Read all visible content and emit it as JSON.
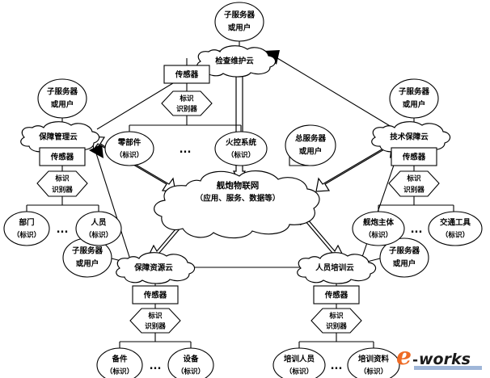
{
  "diagram": {
    "type": "network-architecture-diagram",
    "center": {
      "id": "central-cloud",
      "line1": "舰炮物联网",
      "line2": "（应用、服务、数据等）"
    },
    "clouds": {
      "top": "检查维护云",
      "left": "保障管理云",
      "right": "技术保障云",
      "bottom_left": "保障资源云",
      "bottom_right": "人员培训云"
    },
    "servers": {
      "sub_server": "子服务器\n或用户",
      "sub_server_line1": "子服务器",
      "sub_server_line2": "或用户",
      "main_server_line1": "总服务器",
      "main_server_line2": "或用户"
    },
    "common": {
      "sensor": "传感器",
      "identifier_line1": "标识",
      "identifier_line2": "识别器",
      "ellipsis": "...",
      "tag_suffix": "（标识）"
    },
    "branches": [
      {
        "key": "top",
        "cloud": "检查维护云",
        "sensor": "传感器",
        "identifier_line1": "标识",
        "identifier_line2": "识别器",
        "leaves": [
          {
            "name": "零部件",
            "tag": "（标识）"
          },
          {
            "name": "火控系统",
            "tag": "（标识）"
          }
        ],
        "sub_server_line1": "子服务器",
        "sub_server_line2": "或用户"
      },
      {
        "key": "left",
        "cloud": "保障管理云",
        "sensor": "传感器",
        "identifier_line1": "标识",
        "identifier_line2": "识别器",
        "leaves": [
          {
            "name": "部门",
            "tag": "（标识）"
          },
          {
            "name": "人员",
            "tag": "（标识）"
          }
        ],
        "sub_server_line1": "子服务器",
        "sub_server_line2": "或用户"
      },
      {
        "key": "right",
        "cloud": "技术保障云",
        "sensor": "传感器",
        "identifier_line1": "标识",
        "identifier_line2": "识别器",
        "leaves": [
          {
            "name": "舰炮主体",
            "tag": "（标识）"
          },
          {
            "name": "交通工具",
            "tag": "（标识）"
          }
        ],
        "sub_server_line1": "子服务器",
        "sub_server_line2": "或用户"
      },
      {
        "key": "bottom-left",
        "cloud": "保障资源云",
        "sensor": "传感器",
        "identifier_line1": "标识",
        "identifier_line2": "识别器",
        "leaves": [
          {
            "name": "备件",
            "tag": "（标识）"
          },
          {
            "name": "设备",
            "tag": "（标识）"
          }
        ],
        "sub_server_line1": "子服务器",
        "sub_server_line2": "或用户"
      },
      {
        "key": "bottom-right",
        "cloud": "人员培训云",
        "sensor": "传感器",
        "identifier_line1": "标识",
        "identifier_line2": "识别器",
        "leaves": [
          {
            "name": "培训人员",
            "tag": "（标识）"
          },
          {
            "name": "培训资料",
            "tag": "（标识）"
          }
        ],
        "sub_server_line1": "子服务器",
        "sub_server_line2": "或用户"
      }
    ],
    "watermark": {
      "letter": "e",
      "dash": "-",
      "word": "works",
      "color_orange": "#ee6a24",
      "color_dark": "#1a1a1a",
      "color_blue": "#9fb6d8"
    },
    "colors": {
      "stroke": "#000000",
      "fill": "#ffffff",
      "background": "#ffffff"
    }
  }
}
